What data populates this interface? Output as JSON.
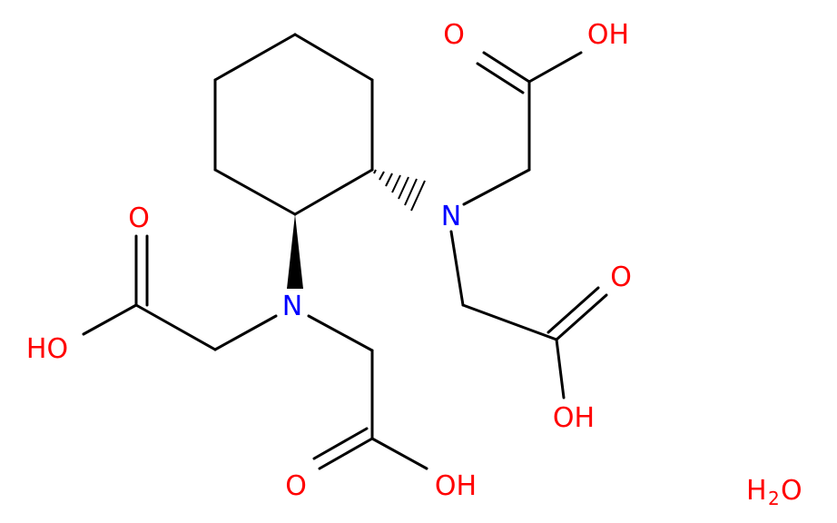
{
  "molecule": {
    "colors": {
      "bond": "#000000",
      "nitrogen": "#0000ff",
      "oxygen": "#ff0000",
      "water": "#ff0000"
    },
    "labels": {
      "n_left": "N",
      "n_right": "N",
      "o_upper_right_carbonyl": "O",
      "oh_upper_right": "OH",
      "o_lower_right_carbonyl": "O",
      "oh_lower_right": "OH",
      "o_upper_left_carbonyl": "O",
      "ho_left": "HO",
      "o_lower_left_carbonyl": "O",
      "oh_lower_left": "OH"
    },
    "water": {
      "h": "H",
      "subscript": "2",
      "o": "O"
    }
  }
}
